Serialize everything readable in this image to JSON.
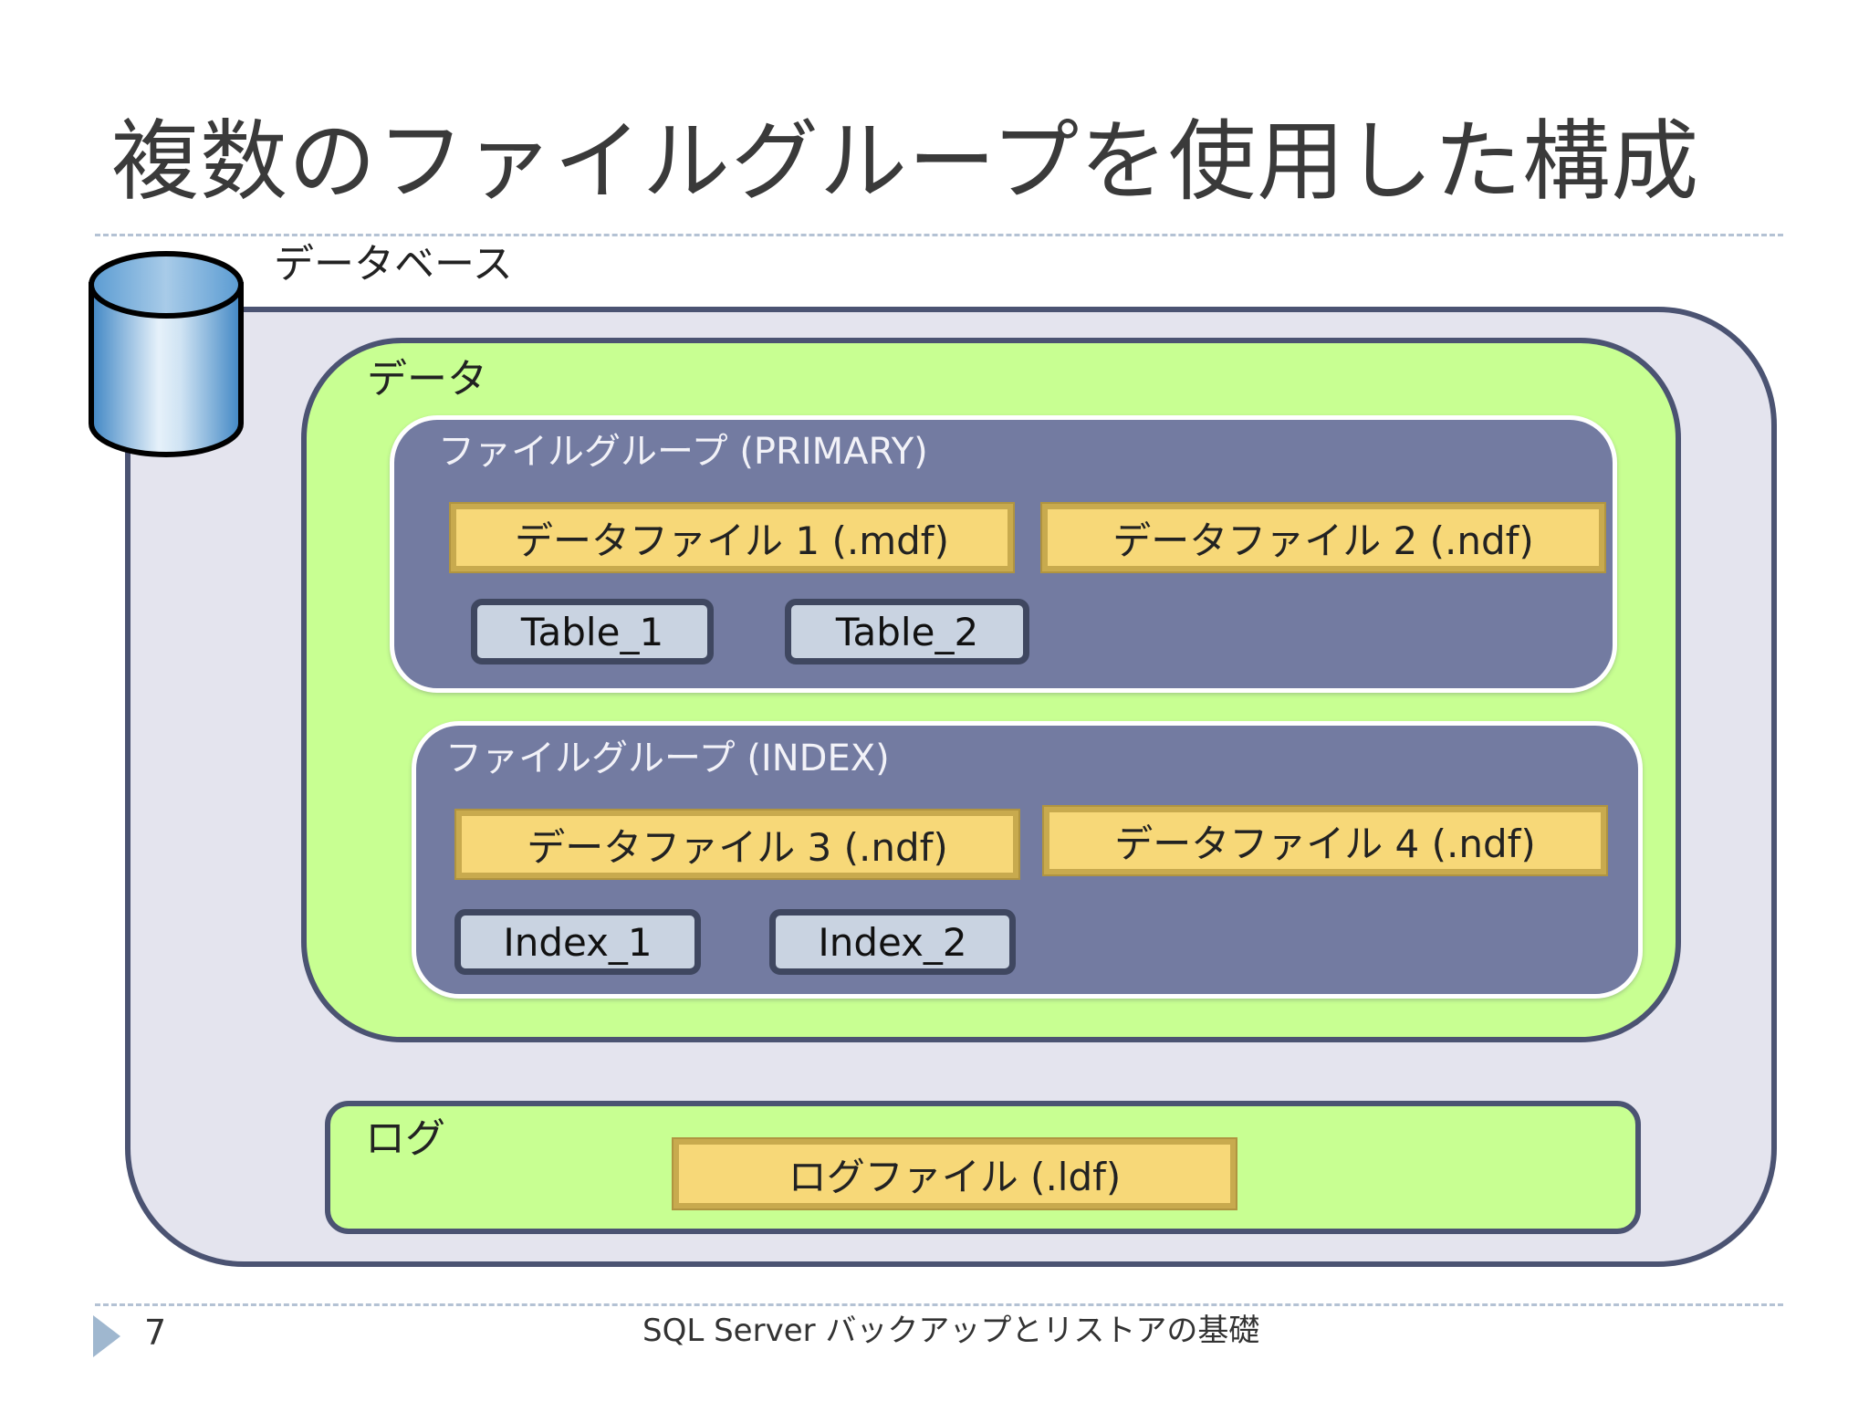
{
  "slide": {
    "title": "複数のファイルグループを使用した構成",
    "footer_text": "SQL Server バックアップとリストアの基礎",
    "page_number": "7"
  },
  "diagram": {
    "database_label": "データベース",
    "data_label": "データ",
    "primary_group": {
      "label": "ファイルグループ (PRIMARY)",
      "files": [
        "データファイル 1 (.mdf)",
        "データファイル 2 (.ndf)"
      ],
      "objects": [
        "Table_1",
        "Table_2"
      ]
    },
    "index_group": {
      "label": "ファイルグループ (INDEX)",
      "files": [
        "データファイル 3 (.ndf)",
        "データファイル 4 (.ndf)"
      ],
      "objects": [
        "Index_1",
        "Index_2"
      ]
    },
    "log_label": "ログ",
    "log_file": "ログファイル (.ldf)"
  },
  "icons": {
    "database": "database-cylinder-icon",
    "footer_arrow": "triangle-right-icon"
  },
  "colors": {
    "database_fill": "#e4e4ee",
    "data_fill": "#c8ff92",
    "filegroup_fill": "#737ba1",
    "file_fill": "#f7d878",
    "object_fill": "#c9d3e1",
    "border": "#4b5372"
  }
}
